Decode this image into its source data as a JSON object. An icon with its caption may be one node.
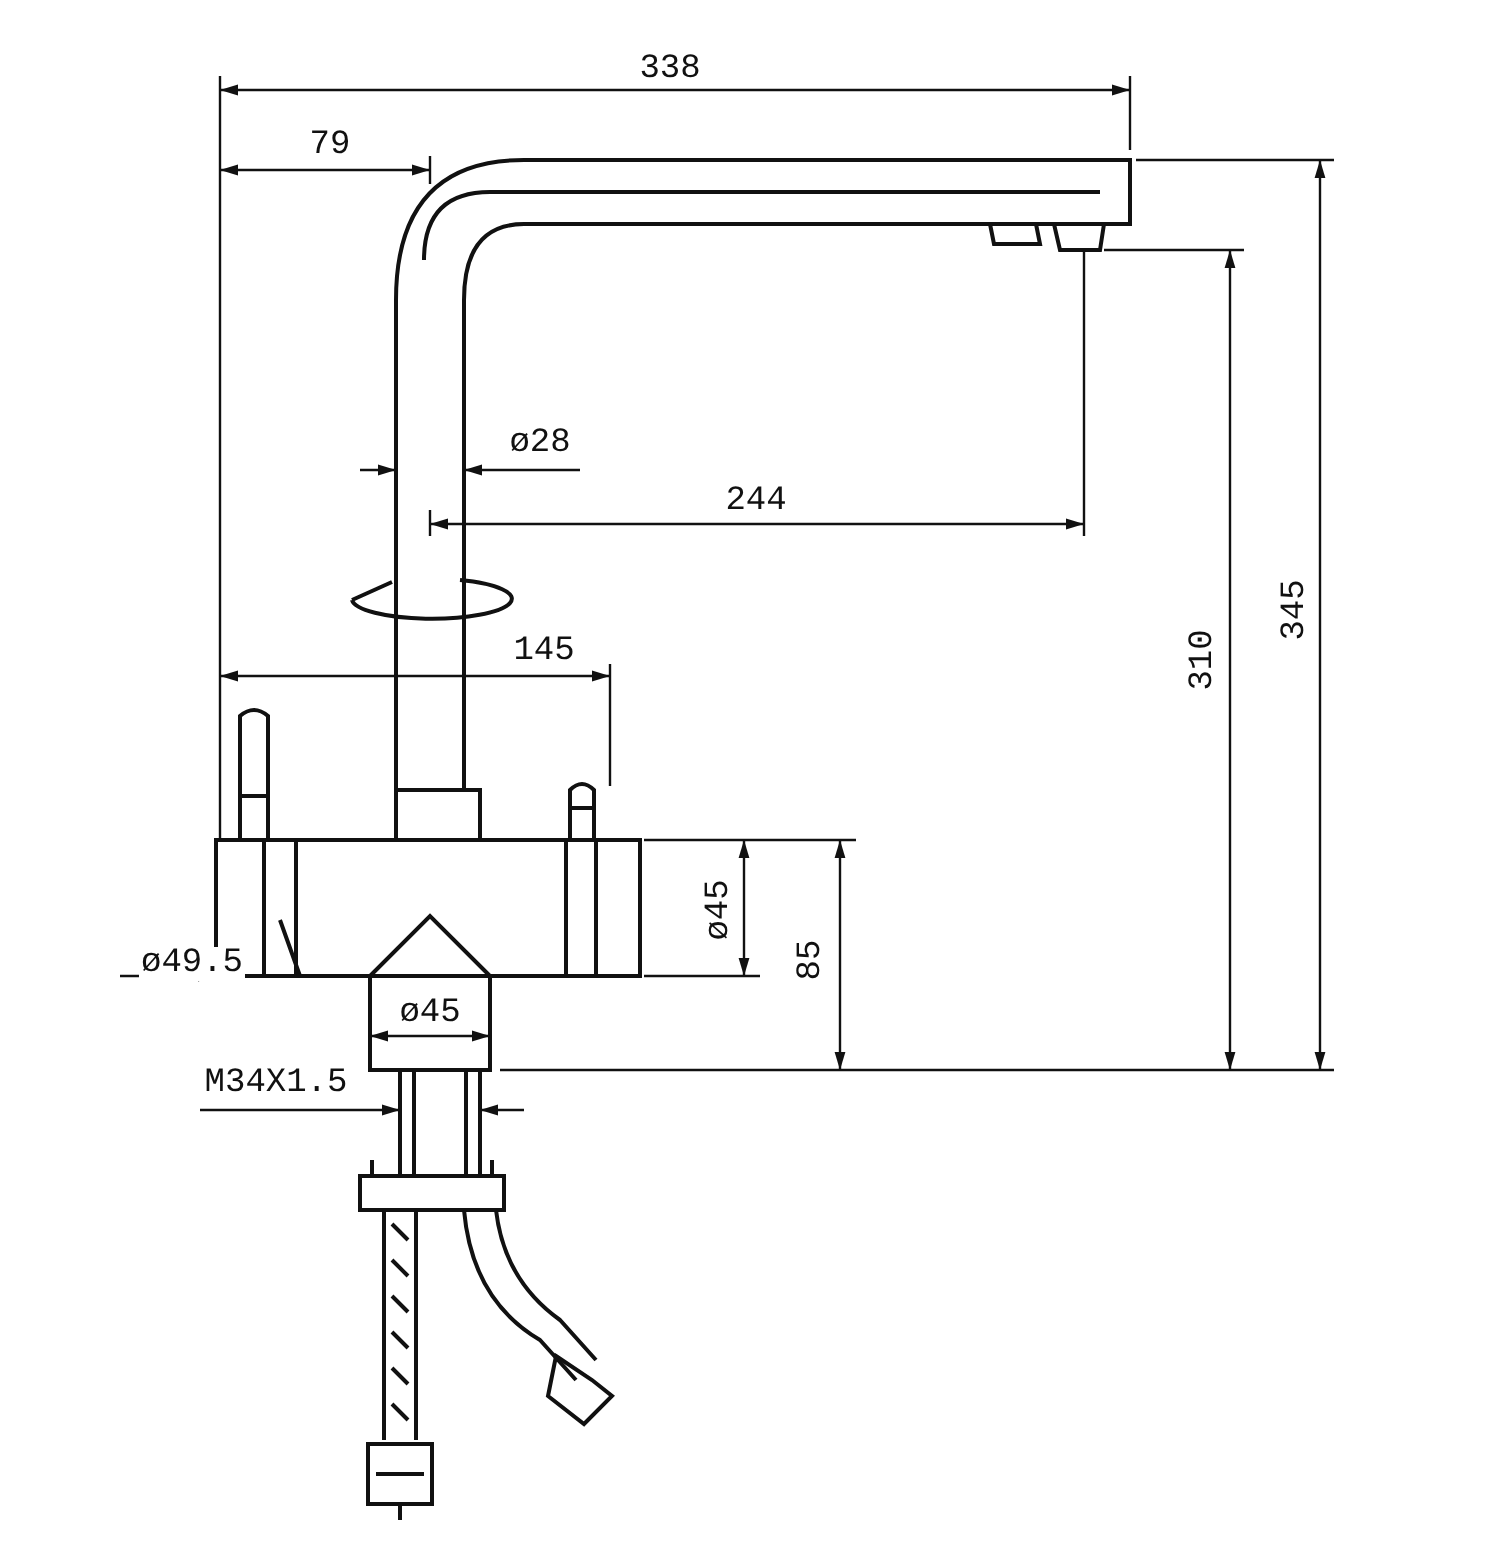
{
  "diagram": {
    "labels": [
      "338",
      "79",
      "ø28",
      "244",
      "145",
      "345",
      "310",
      "ø45",
      "85",
      "ø49.5",
      "ø45",
      "M34X1.5"
    ]
  }
}
